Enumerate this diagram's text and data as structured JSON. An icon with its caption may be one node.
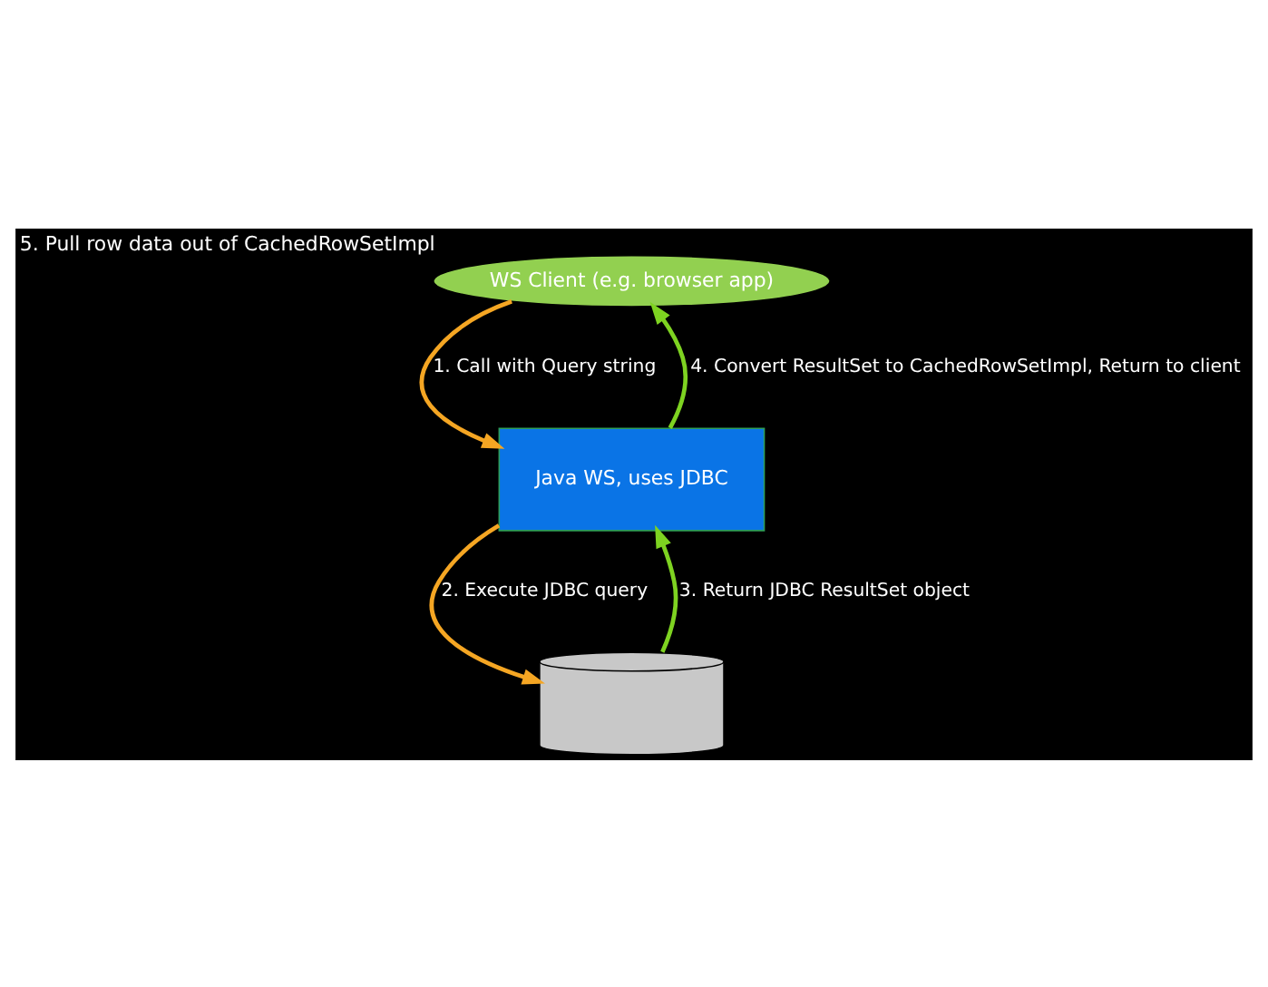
{
  "diagram": {
    "nodes": [
      {
        "text": [
          "WS Client (e.g. browser app)"
        ],
        "beside": [
          "5. Pull row data out of CachedRowSetImpl"
        ]
      },
      {
        "text": [
          "Java WS, uses JDBC"
        ]
      },
      {
        "text": [],
        "shape": "cylinder"
      }
    ],
    "edges": [
      {
        "from": 0,
        "to": 1,
        "arrow": "to",
        "label": "1. Call with Query string",
        "color": "#f5a623"
      },
      {
        "from": 1,
        "to": 2,
        "arrow": "to",
        "label": "2. Execute JDBC query",
        "color": "#f5a623"
      },
      {
        "from": 2,
        "to": 1,
        "arrow": "to",
        "label": "3. Return JDBC ResultSet object",
        "color": "#7ed321"
      },
      {
        "from": 1,
        "to": 0,
        "arrow": "to",
        "label": "4. Convert ResultSet to CachedRowSetImpl, Return to client",
        "color": "#7ed321"
      }
    ]
  }
}
